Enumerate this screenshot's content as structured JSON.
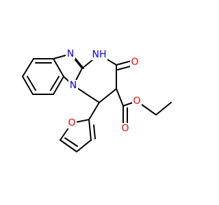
{
  "molecule": {
    "colors": {
      "bond": "#000000",
      "N": "#0000ff",
      "O": "#ff0000"
    },
    "labels": {
      "n_imine": "N",
      "nh": "NH",
      "n_bridge": "N",
      "o_carbonyl": "O",
      "o_ester_carbonyl": "O",
      "o_ester": "O",
      "o_furan": "O"
    }
  }
}
